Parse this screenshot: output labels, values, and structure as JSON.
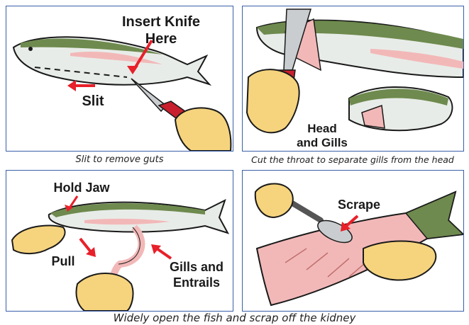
{
  "panels": [
    {
      "labels": [
        "Insert Knife",
        "Here",
        "Slit"
      ],
      "caption": "Slit to remove guts"
    },
    {
      "labels": [
        "Head",
        "and Gills"
      ],
      "caption": "Cut the throat to separate gills from the head"
    },
    {
      "labels": [
        "Hold Jaw",
        "Pull",
        "Gills and",
        "Entrails"
      ]
    },
    {
      "labels": [
        "Scrape"
      ]
    }
  ],
  "bottom_caption": "Widely open the fish and scrap off the kidney",
  "colors": {
    "border": "#3a5fa8",
    "arrow": "#e8202a",
    "skin": "#f6d47e",
    "knife_handle": "#c8202e",
    "flesh": "#f2b8b8",
    "fish_back": "#6e8a4e"
  }
}
